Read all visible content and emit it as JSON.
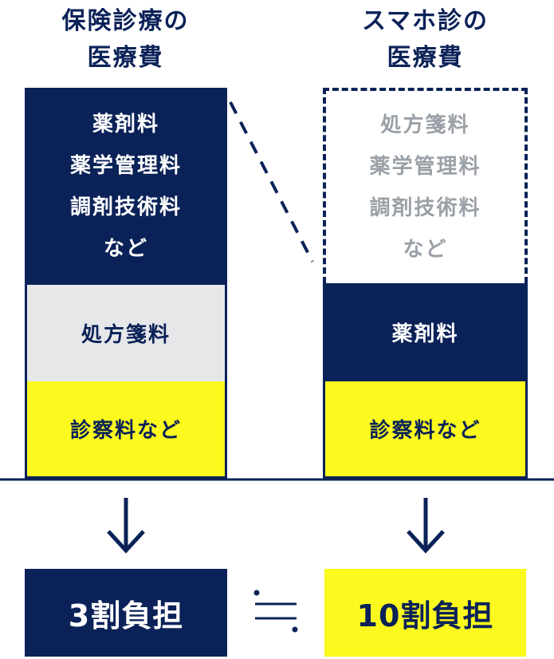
{
  "left": {
    "heading": [
      "保険診療の",
      "医療費"
    ],
    "block_top": [
      "薬剤料",
      "薬学管理料",
      "調剤技術料",
      "など"
    ],
    "block_mid": "処方箋料",
    "block_bottom": "診察料など",
    "result": "3割負担"
  },
  "right": {
    "heading": [
      "スマホ診の",
      "医療費"
    ],
    "block_top": [
      "処方箋料",
      "薬学管理料",
      "調剤技術料",
      "など"
    ],
    "block_mid": "薬剤料",
    "block_bottom": "診察料など",
    "result": "10割負担"
  },
  "colors": {
    "navy": "#0b2258",
    "yellow": "#fbf91e",
    "gray": "#e6e7e9",
    "faded_text": "#9aa0a6"
  }
}
